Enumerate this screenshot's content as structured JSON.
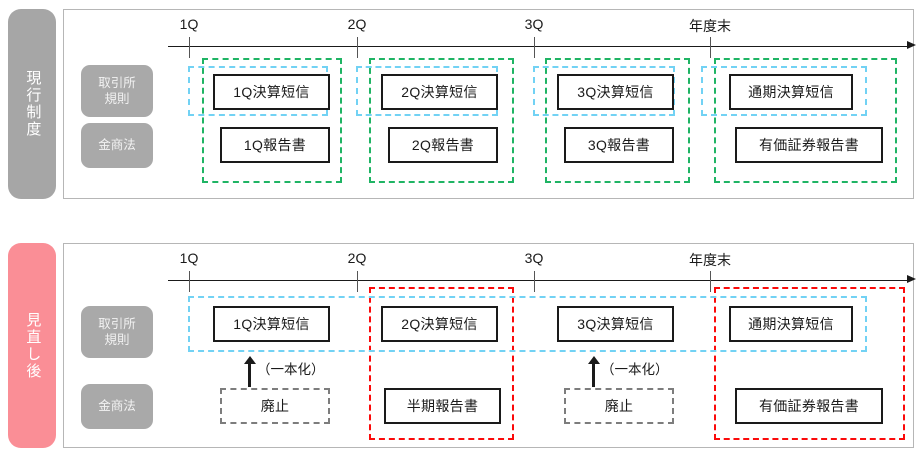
{
  "diagram": {
    "title_current": "現行制度",
    "title_revised": "見直し後",
    "timeline": {
      "ticks": [
        "1Q",
        "2Q",
        "3Q",
        "年度末"
      ],
      "arrow_icon": "timeline-arrow-icon"
    },
    "row_labels": {
      "exchange_rule_line1": "取引所",
      "exchange_rule_line2": "規則",
      "fiea": "金商法"
    },
    "colors": {
      "tab_current": "#a6a6a6",
      "tab_revised": "#fa8e96",
      "group_current": "#1fb464",
      "group_revised": "#fb0a0a",
      "exchange_band": "#72d2f4",
      "abolished": "#7d7d7d"
    }
  },
  "current_system": {
    "exchange_rule_docs": [
      "1Q決算短信",
      "2Q決算短信",
      "3Q決算短信",
      "通期決算短信"
    ],
    "fiea_docs": [
      "1Q報告書",
      "2Q報告書",
      "3Q報告書",
      "有価証券報告書"
    ]
  },
  "revised_system": {
    "exchange_rule_docs": [
      "1Q決算短信",
      "2Q決算短信",
      "3Q決算短信",
      "通期決算短信"
    ],
    "fiea_docs": [
      "廃止",
      "半期報告書",
      "廃止",
      "有価証券報告書"
    ],
    "merge_notes": [
      "（一本化）",
      "（一本化）"
    ]
  }
}
